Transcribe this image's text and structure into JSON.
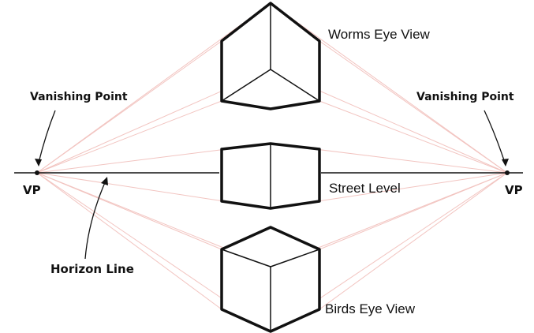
{
  "title": "",
  "labels": {
    "vp_left_caption": "Vanishing Point",
    "vp_right_caption": "Vanishing Point",
    "vp_left": "VP",
    "vp_right": "VP",
    "horizon": "Horizon Line",
    "worms_eye": "Worms Eye View",
    "street_level": "Street Level",
    "birds_eye": "Birds Eye View"
  },
  "colors": {
    "guide_lines": "#f2c4c0",
    "outline": "#111111",
    "background": "#ffffff"
  }
}
